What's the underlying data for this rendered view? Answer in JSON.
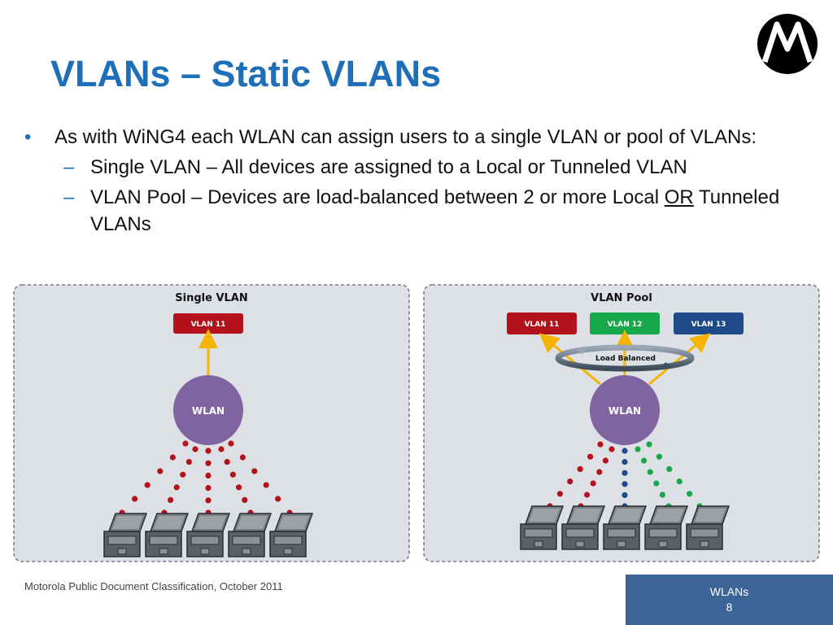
{
  "slide": {
    "title": "VLANs – Static VLANs",
    "bullets": {
      "main": "As with WiNG4 each WLAN can assign users to a single VLAN or pool of VLANs:",
      "sub1": "Single VLAN – All devices are assigned to a Local or Tunneled VLAN",
      "sub2_before": "VLAN Pool – Devices are load-balanced between 2 or more Local ",
      "sub2_underlined": "OR",
      "sub2_after": " Tunneled VLANs"
    }
  },
  "diagram": {
    "single": {
      "heading": "Single VLAN",
      "vlan_label": "VLAN 11",
      "vlan_color": "#b3121c",
      "wlan_label": "WLAN"
    },
    "pool": {
      "heading": "VLAN Pool",
      "vlans": [
        {
          "label": "VLAN 11",
          "color": "#b3121c"
        },
        {
          "label": "VLAN 12",
          "color": "#16a84a"
        },
        {
          "label": "VLAN 13",
          "color": "#1f4a8a"
        }
      ],
      "balance_label": "Load Balanced",
      "wlan_label": "WLAN"
    },
    "colors": {
      "wlan_circle": "#8064a2",
      "arrow": "#f4b400",
      "panel_fill": "#dde0e5",
      "dot_red": "#b3121c",
      "dot_green": "#16a84a",
      "dot_blue": "#1f4a8a"
    }
  },
  "footer": {
    "classification": "Motorola Public Document Classification, October 2011",
    "section": "WLANs",
    "page": "8"
  }
}
